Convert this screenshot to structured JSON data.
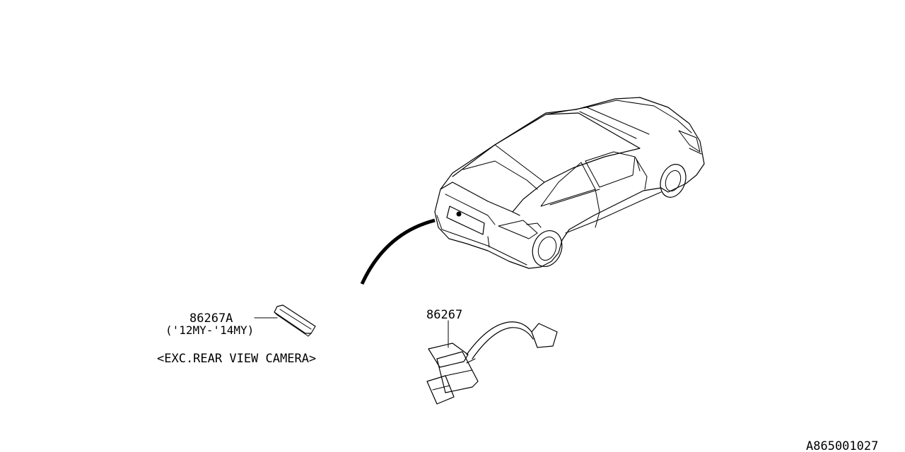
{
  "parts": [
    {
      "number": "86267A",
      "note": "('12MY-'14MY)"
    },
    {
      "number": "86267"
    }
  ],
  "applicability": "<EXC.REAR VIEW CAMERA>",
  "diagram_code": "A865001027"
}
